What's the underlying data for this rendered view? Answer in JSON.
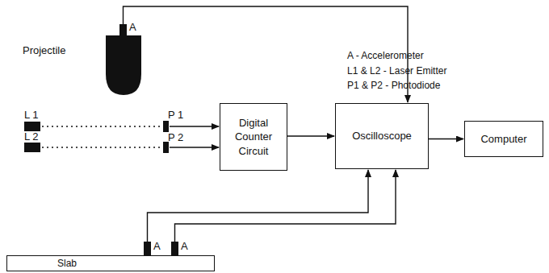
{
  "diagram": {
    "nodes": [
      {
        "text": [
          "Digital Counter Circuit"
        ]
      },
      {
        "text": [
          "Oscilloscope"
        ]
      },
      {
        "text": [
          "Computer"
        ]
      },
      {
        "text": [
          "Slab"
        ]
      }
    ],
    "edges": [
      {
        "from": 0,
        "to": 1,
        "arrow": "to"
      },
      {
        "from": 1,
        "to": 2,
        "arrow": "to"
      }
    ],
    "labels": [
      "A",
      "Projectile",
      "A - Accelerometer",
      "L1 & L2 - Laser Emitter",
      "P1 & P2 - Photodiode",
      "L 1",
      "L 2",
      "P 1",
      "P 2",
      "A",
      "A"
    ]
  }
}
